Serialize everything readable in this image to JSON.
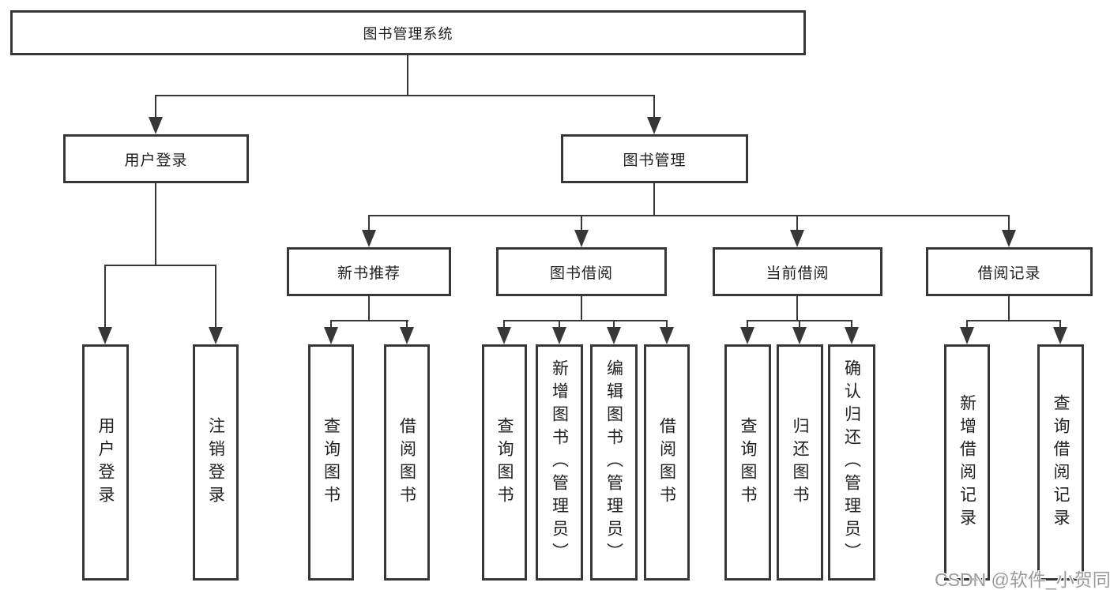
{
  "tree": {
    "root": {
      "label": "图书管理系统"
    },
    "level2": {
      "user_login": {
        "label": "用户登录"
      },
      "book_management": {
        "label": "图书管理"
      }
    },
    "level3": {
      "new_book_recommend": {
        "label": "新书推荐"
      },
      "book_borrow": {
        "label": "图书借阅"
      },
      "current_borrow": {
        "label": "当前借阅"
      },
      "borrow_record": {
        "label": "借阅记录"
      }
    },
    "leaves": {
      "user_login": [
        "用户登录",
        "注销登录"
      ],
      "new_book_recommend": [
        "查询图书",
        "借阅图书"
      ],
      "book_borrow": [
        "查询图书",
        "新增图书（管理员）",
        "编辑图书（管理员）",
        "借阅图书"
      ],
      "current_borrow": [
        "查询图书",
        "归还图书",
        "确认归还（管理员）"
      ],
      "borrow_record": [
        "新增借阅记录",
        "查询借阅记录"
      ]
    }
  },
  "watermark": {
    "text": "CSDN @软件_小贺同学",
    "color": "#9b9b9b"
  },
  "colors": {
    "line": "#373737",
    "box_bg": "#ffffff",
    "text": "#1f1f1f"
  }
}
